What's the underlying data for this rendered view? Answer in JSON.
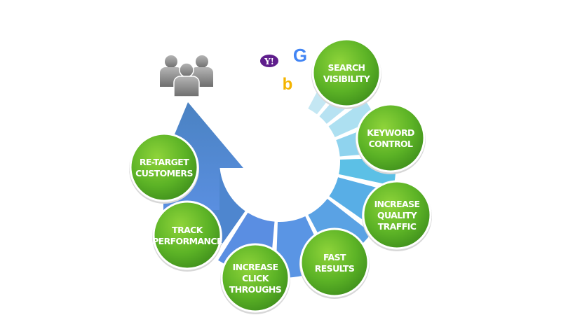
{
  "diagram": {
    "steps": [
      {
        "lines": [
          "SEARCH",
          "VISIBILITY"
        ]
      },
      {
        "lines": [
          "KEYWORD",
          "CONTROL"
        ]
      },
      {
        "lines": [
          "INCREASE",
          "QUALITY",
          "TRAFFIC"
        ]
      },
      {
        "lines": [
          "FAST",
          "RESULTS"
        ]
      },
      {
        "lines": [
          "INCREASE",
          "CLICK",
          "THROUGHS"
        ]
      },
      {
        "lines": [
          "TRACK",
          "PERFORMANCE"
        ]
      },
      {
        "lines": [
          "RE-TARGET",
          "CUSTOMERS"
        ]
      }
    ],
    "logos": {
      "yahoo": "Y!",
      "google": "G",
      "bing": "b"
    },
    "icons": [
      "users-icon",
      "yahoo-logo",
      "google-logo",
      "bing-logo"
    ],
    "colors": {
      "green": "#5fb82a",
      "blue": "#4a86d0",
      "light_blue": "#a9def0",
      "gray": "#8a8a8a"
    }
  }
}
